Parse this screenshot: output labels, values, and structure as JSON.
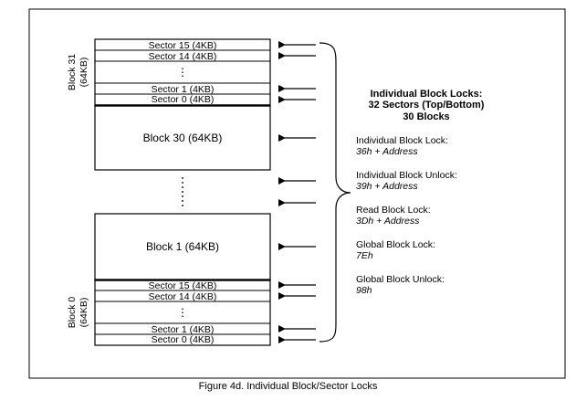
{
  "block31": {
    "side_label": "Block 31",
    "side_size": "(64KB)",
    "sector_top_1": "Sector 15 (4KB)",
    "sector_top_2": "Sector 14 (4KB)",
    "ellipsis": "⋮",
    "sector_bottom_1": "Sector 1 (4KB)",
    "sector_bottom_2": "Sector 0 (4KB)"
  },
  "block30": {
    "label": "Block 30 (64KB)"
  },
  "block1": {
    "label": "Block 1 (64KB)"
  },
  "block0": {
    "side_label": "Block 0",
    "side_size": "(64KB)",
    "sector_top_1": "Sector 15 (4KB)",
    "sector_top_2": "Sector 14 (4KB)",
    "ellipsis": "⋮",
    "sector_bottom_1": "Sector 1 (4KB)",
    "sector_bottom_2": "Sector 0 (4KB)"
  },
  "legend": {
    "title_1": "Individual Block Locks:",
    "title_2": "32 Sectors (Top/Bottom)",
    "title_3": "30 Blocks",
    "commands": [
      {
        "name": "Individual Block Lock:",
        "code": "36h + Address"
      },
      {
        "name": "Individual Block Unlock:",
        "code": "39h + Address"
      },
      {
        "name": "Read Block Lock:",
        "code": "3Dh + Address"
      },
      {
        "name": "Global Block Lock:",
        "code": "7Eh"
      },
      {
        "name": "Global Block Unlock:",
        "code": "98h"
      }
    ]
  },
  "caption": "Figure 4d. Individual Block/Sector Locks"
}
